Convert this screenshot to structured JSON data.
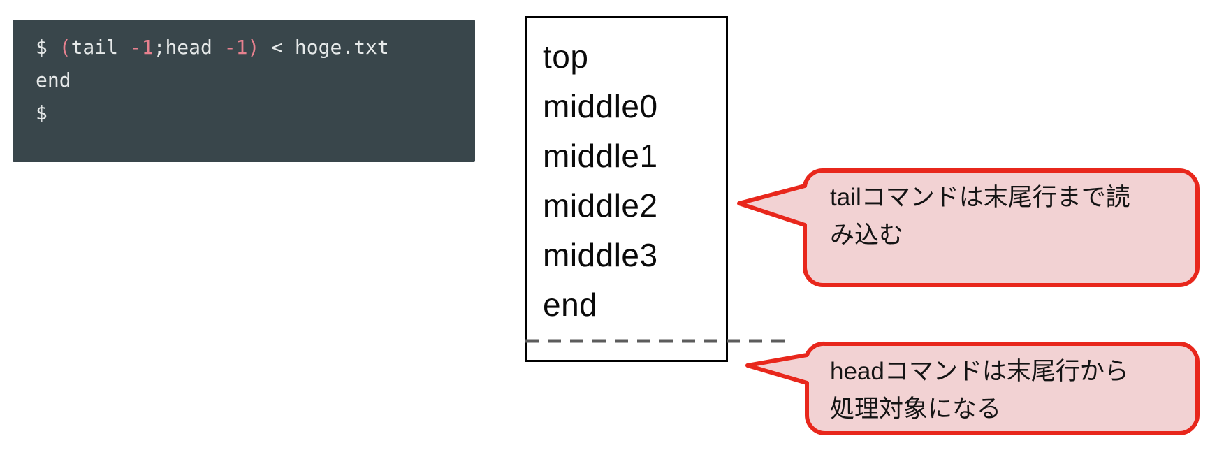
{
  "terminal": {
    "command_line": {
      "full_text": "$ (tail -1;head -1) < hoge.txt",
      "segments": [
        {
          "text": "$ "
        },
        {
          "text": "("
        },
        {
          "text": "tail "
        },
        {
          "text": "-1"
        },
        {
          "text": ";head "
        },
        {
          "text": "-1)"
        },
        {
          "text": " < hoge.txt"
        }
      ]
    },
    "output_line": "end",
    "trailing_prompt": "$",
    "colors": {
      "background": "#39464b",
      "foreground": "#e6e9e9",
      "highlight": "#e8818f"
    }
  },
  "file_box": {
    "lines": [
      "top",
      "middle0",
      "middle1",
      "middle2",
      "middle3",
      "end"
    ],
    "border_color": "#000000"
  },
  "divider": {
    "style": "dashed",
    "color": "#5c5c5c"
  },
  "callouts": [
    {
      "id": "tail-note",
      "full_text": "tailコマンドは末尾行まで読み込む",
      "lines": [
        "tailコマンドは末尾行まで読",
        "み込む"
      ],
      "fill_color": "#f2d2d3",
      "border_color": "#e8271c"
    },
    {
      "id": "head-note",
      "full_text": "headコマンドは末尾行から処理対象になる",
      "lines": [
        "headコマンドは末尾行から",
        "処理対象になる"
      ],
      "fill_color": "#f2d2d3",
      "border_color": "#e8271c"
    }
  ]
}
